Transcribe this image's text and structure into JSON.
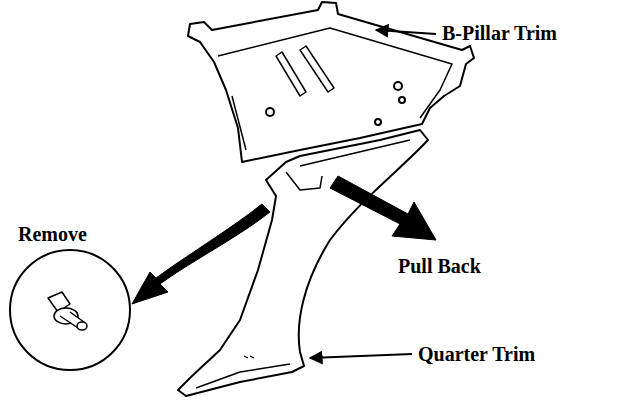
{
  "diagram": {
    "labels": [
      "B-Pillar Trim",
      "Remove",
      "Pull Back",
      "Quarter Trim"
    ]
  }
}
